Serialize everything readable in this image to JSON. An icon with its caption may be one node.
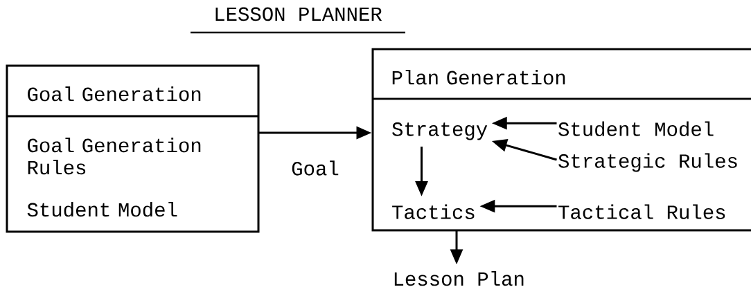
{
  "diagram": {
    "title": "LESSON PLANNER",
    "nodes": [
      {
        "text": [
          "Goal Generation",
          "Goal Generation Rules",
          "Student Model"
        ]
      },
      {
        "text": [
          "Plan Generation"
        ]
      },
      {
        "text": [
          "Strategy"
        ],
        "in": 1
      },
      {
        "text": [
          "Student Model"
        ],
        "in": 1
      },
      {
        "text": [
          "Strategic Rules"
        ],
        "in": 1
      },
      {
        "text": [
          "Tactics"
        ],
        "in": 1
      },
      {
        "text": [
          "Tactical Rules"
        ],
        "in": 1
      },
      {
        "text": [
          "Lesson Plan"
        ]
      }
    ],
    "edges": [
      {
        "from": 0,
        "to": 1,
        "arrow": "to",
        "label": "Goal"
      },
      {
        "from": 3,
        "to": 2,
        "arrow": "to"
      },
      {
        "from": 4,
        "to": 2,
        "arrow": "to"
      },
      {
        "from": 2,
        "to": 5,
        "arrow": "to"
      },
      {
        "from": 6,
        "to": 5,
        "arrow": "to"
      },
      {
        "from": 1,
        "to": 7,
        "arrow": "to"
      }
    ]
  }
}
